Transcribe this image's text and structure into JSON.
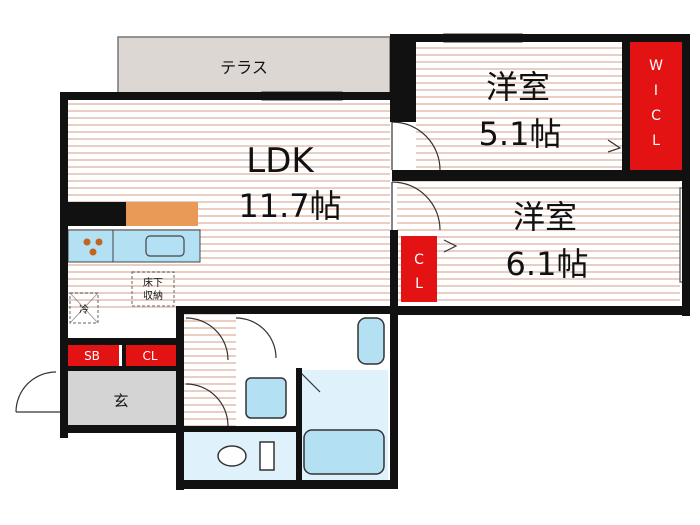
{
  "rooms": {
    "terrace": "テラス",
    "ldk_name": "LDK",
    "ldk_size": "11.7帖",
    "room1_name": "洋室",
    "room1_size": "5.1帖",
    "room2_name": "洋室",
    "room2_size": "6.1帖",
    "entrance": "玄"
  },
  "storage": {
    "wic": [
      "W",
      "I",
      "C",
      "L"
    ],
    "cl_room2": [
      "C",
      "L"
    ],
    "sb": "SB",
    "cl_entry": "CL",
    "underfloor": [
      "床下",
      "収納"
    ],
    "fridge": "冷"
  },
  "colors": {
    "wall": "#111111",
    "floor_stripe": "#e9cfc3",
    "terrace": "#dcd7d2",
    "closet": "#e31313",
    "counter": "#e89a56",
    "fixture_blue": "#b3e0f2",
    "genkan": "#d4d4d4"
  }
}
